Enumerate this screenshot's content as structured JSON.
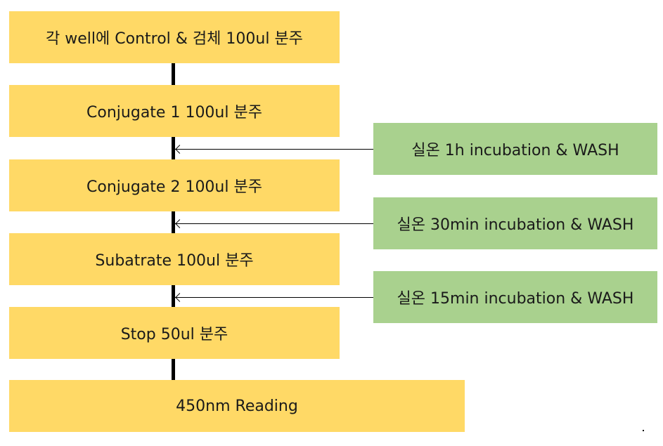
{
  "steps": [
    "각 well에 Control & 검체 100ul 분주",
    "Conjugate 1 100ul 분주",
    "Conjugate 2 100ul 분주",
    "Subatrate 100ul 분주",
    "Stop 50ul 분주",
    "450nm Reading"
  ],
  "incubations": [
    "실온 1h incubation & WASH",
    "실온 30min incubation & WASH",
    "실온 15min incubation & WASH"
  ],
  "colors": {
    "step_fill": "#ffd966",
    "incubation_fill": "#a9d18e",
    "connector": "#000000"
  }
}
